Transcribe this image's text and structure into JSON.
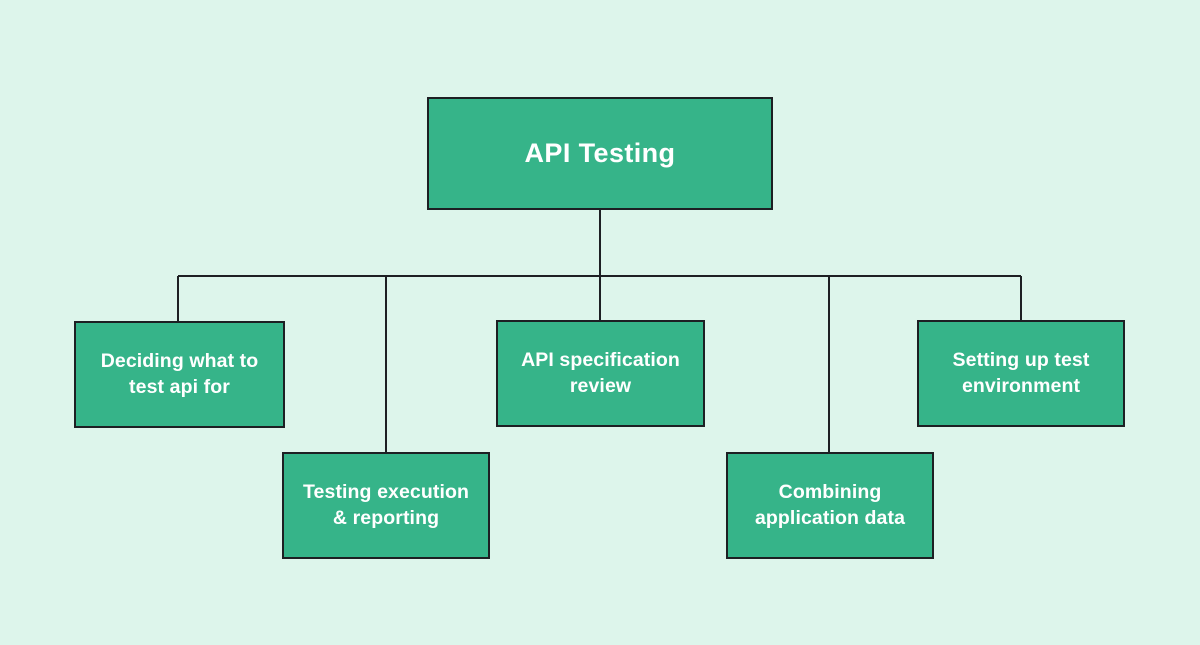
{
  "diagram": {
    "type": "tree",
    "title": "API Testing",
    "background_color": "#ddf5eb",
    "node_fill_color": "#36b489",
    "node_border_color": "#1d1f23",
    "node_text_color": "#ffffff",
    "connector_color": "#1d1f23",
    "root": {
      "label": "API Testing"
    },
    "children": [
      {
        "id": "deciding",
        "label": "Deciding what to\ntest api for"
      },
      {
        "id": "testing-execution",
        "label": "Testing execution\n& reporting"
      },
      {
        "id": "api-specification-review",
        "label": "API specification\nreview"
      },
      {
        "id": "combining-application-data",
        "label": "Combining\napplication data"
      },
      {
        "id": "setting-up-test-environment",
        "label": "Setting up test\nenvironment"
      }
    ]
  }
}
